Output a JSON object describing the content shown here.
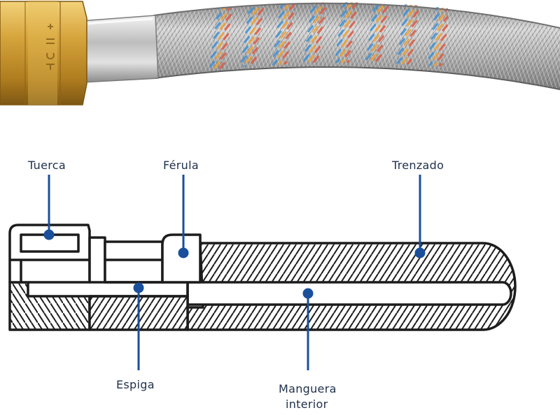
{
  "labels": {
    "nut": "Tuerca",
    "ferrule": "Férula",
    "braid": "Trenzado",
    "spigot": "Espiga",
    "inner_hose_line1": "Manguera",
    "inner_hose_line2": "interior"
  },
  "colors": {
    "callout": "#1a4f9c",
    "outline": "#1c1c1c",
    "label_text": "#1f2f4a",
    "brass": "#c9952e",
    "steel": "#c4c4c4",
    "braid_red": "#e0553c",
    "braid_blue": "#3a8fd6",
    "braid_orange": "#f0a030"
  }
}
